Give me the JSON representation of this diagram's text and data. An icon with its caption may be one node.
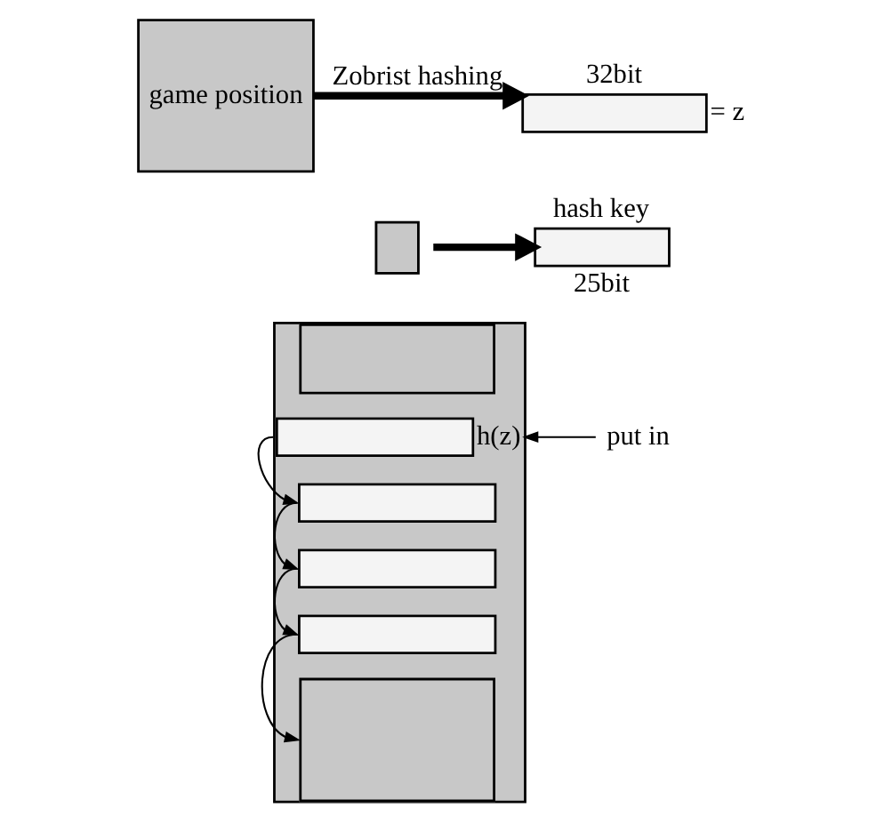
{
  "diagram": {
    "nodes": [
      {
        "text": [
          "game position"
        ]
      },
      {
        "text": [],
        "shape": "bar",
        "beside": [
          "32bit",
          "= z"
        ]
      },
      {
        "text": [],
        "shape": "box"
      },
      {
        "text": [],
        "shape": "bar",
        "beside": [
          "hash key",
          "25bit"
        ]
      },
      {
        "text": [],
        "shape": "box"
      },
      {
        "text": [],
        "shape": "box",
        "in": 4
      },
      {
        "text": [],
        "shape": "bar",
        "in": 4,
        "beside": [
          "h(z)"
        ]
      },
      {
        "text": [],
        "shape": "bar",
        "in": 4
      },
      {
        "text": [],
        "shape": "bar",
        "in": 4
      },
      {
        "text": [],
        "shape": "bar",
        "in": 4
      },
      {
        "text": [],
        "shape": "box",
        "in": 4
      },
      {
        "text": [
          "put in"
        ]
      }
    ],
    "edges": [
      {
        "from": 0,
        "to": 1,
        "arrow": "to",
        "label": "Zobrist hashing",
        "style": "thick"
      },
      {
        "from": 2,
        "to": 3,
        "arrow": "to",
        "style": "thick"
      },
      {
        "from": 11,
        "to": 6,
        "arrow": "to"
      },
      {
        "from": 6,
        "to": 7,
        "arrow": "to"
      },
      {
        "from": 7,
        "to": 8,
        "arrow": "to"
      },
      {
        "from": 8,
        "to": 9,
        "arrow": "to"
      },
      {
        "from": 9,
        "to": 10,
        "arrow": "to"
      }
    ]
  }
}
